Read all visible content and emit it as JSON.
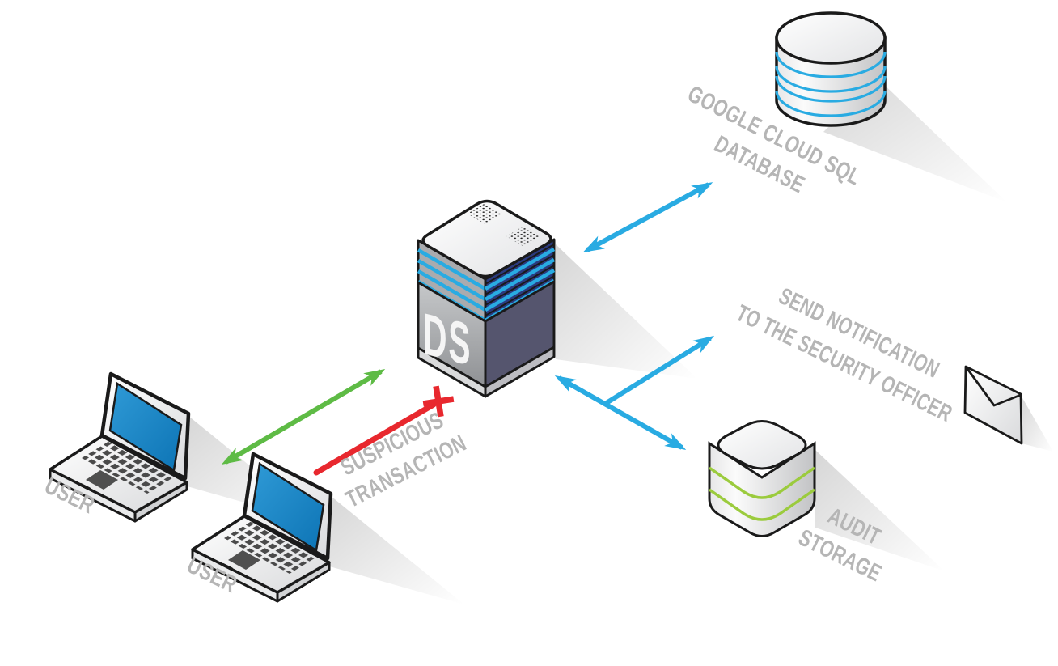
{
  "diagram": {
    "nodes": {
      "user1": {
        "label": "USER",
        "icon": "laptop-icon"
      },
      "user2": {
        "label": "USER",
        "icon": "laptop-icon"
      },
      "server": {
        "badge": "DS",
        "icon": "server-icon"
      },
      "database": {
        "label1": "GOOGLE CLOUD SQL",
        "label2": "DATABASE",
        "icon": "database-cylinder-icon"
      },
      "audit_storage": {
        "label1": "AUDIT",
        "label2": "STORAGE",
        "icon": "storage-box-icon"
      },
      "notification": {
        "label1": "SEND NOTIFICATION",
        "label2": "TO THE SECURITY OFFICER",
        "icon": "envelope-icon"
      }
    },
    "flows": {
      "user_to_server": {
        "type": "bidirectional",
        "color_name": "green"
      },
      "suspicious": {
        "label1": "SUSPICIOUS",
        "label2": "TRANSACTION",
        "type": "blocked",
        "color_name": "red"
      },
      "server_to_database": {
        "type": "bidirectional",
        "color_name": "blue"
      },
      "server_to_audit": {
        "type": "bidirectional",
        "color_name": "blue"
      },
      "server_to_notification": {
        "type": "one-way",
        "color_name": "blue"
      }
    },
    "colors": {
      "arrow_blue": "#29ABE2",
      "arrow_green": "#5EBB45",
      "arrow_red": "#E8282E",
      "label_gray": "#B5B5B5",
      "server_dark_face": "#55556E",
      "server_navy_stripe": "#2B3A7E",
      "screen_blue": "#1483C6",
      "audit_green": "#9BCB3D",
      "outline": "#1A1A1A",
      "background": "#FFFFFF"
    }
  }
}
